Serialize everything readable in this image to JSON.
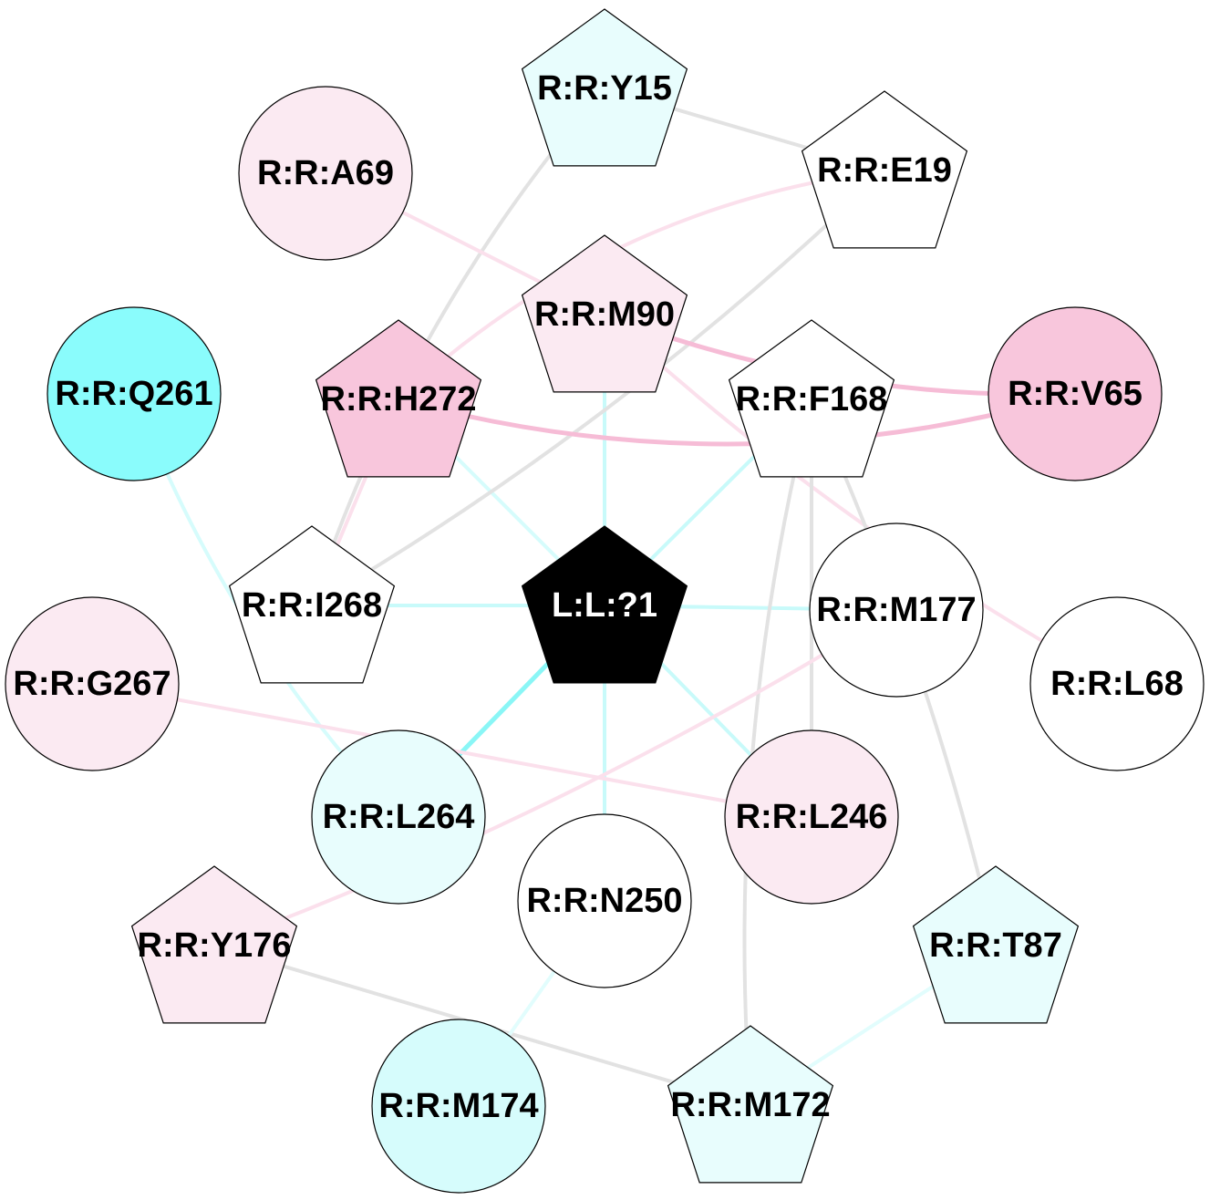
{
  "nodes": [
    {
      "id": "L:L:?1",
      "label": "L:L:?1",
      "shape": "pentagon",
      "fill": "#000000",
      "text_color": "#ffffff"
    },
    {
      "id": "R:R:Y15",
      "label": "R:R:Y15",
      "shape": "pentagon",
      "fill": "#e8fdfd",
      "text_color": "#000000"
    },
    {
      "id": "R:R:E19",
      "label": "R:R:E19",
      "shape": "pentagon",
      "fill": "#ffffff",
      "text_color": "#000000"
    },
    {
      "id": "R:R:A69",
      "label": "R:R:A69",
      "shape": "circle",
      "fill": "#fbeaf2",
      "text_color": "#000000"
    },
    {
      "id": "R:R:M90",
      "label": "R:R:M90",
      "shape": "pentagon",
      "fill": "#fbeaf2",
      "text_color": "#000000"
    },
    {
      "id": "R:R:Q261",
      "label": "R:R:Q261",
      "shape": "circle",
      "fill": "#8afcfc",
      "text_color": "#000000"
    },
    {
      "id": "R:R:H272",
      "label": "R:R:H272",
      "shape": "pentagon",
      "fill": "#f8c6dc",
      "text_color": "#000000"
    },
    {
      "id": "R:R:F168",
      "label": "R:R:F168",
      "shape": "pentagon",
      "fill": "#ffffff",
      "text_color": "#000000"
    },
    {
      "id": "R:R:V65",
      "label": "R:R:V65",
      "shape": "circle",
      "fill": "#f8c6dc",
      "text_color": "#000000"
    },
    {
      "id": "R:R:I268",
      "label": "R:R:I268",
      "shape": "pentagon",
      "fill": "#ffffff",
      "text_color": "#000000"
    },
    {
      "id": "R:R:M177",
      "label": "R:R:M177",
      "shape": "circle",
      "fill": "#ffffff",
      "text_color": "#000000"
    },
    {
      "id": "R:R:G267",
      "label": "R:R:G267",
      "shape": "circle",
      "fill": "#fbeaf2",
      "text_color": "#000000"
    },
    {
      "id": "R:R:L68",
      "label": "R:R:L68",
      "shape": "circle",
      "fill": "#ffffff",
      "text_color": "#000000"
    },
    {
      "id": "R:R:L264",
      "label": "R:R:L264",
      "shape": "circle",
      "fill": "#e8fdfd",
      "text_color": "#000000"
    },
    {
      "id": "R:R:L246",
      "label": "R:R:L246",
      "shape": "circle",
      "fill": "#fbeaf2",
      "text_color": "#000000"
    },
    {
      "id": "R:R:N250",
      "label": "R:R:N250",
      "shape": "circle",
      "fill": "#ffffff",
      "text_color": "#000000"
    },
    {
      "id": "R:R:Y176",
      "label": "R:R:Y176",
      "shape": "pentagon",
      "fill": "#fbeaf2",
      "text_color": "#000000"
    },
    {
      "id": "R:R:T87",
      "label": "R:R:T87",
      "shape": "pentagon",
      "fill": "#e8fdfd",
      "text_color": "#000000"
    },
    {
      "id": "R:R:M174",
      "label": "R:R:M174",
      "shape": "circle",
      "fill": "#d6fcfc",
      "text_color": "#000000"
    },
    {
      "id": "R:R:M172",
      "label": "R:R:M172",
      "shape": "pentagon",
      "fill": "#e8fdfd",
      "text_color": "#000000"
    }
  ],
  "edges": [
    {
      "from": "L:L:?1",
      "to": "R:R:M90",
      "color": "#c8fafa"
    },
    {
      "from": "L:L:?1",
      "to": "R:R:H272",
      "color": "#d6fcfc"
    },
    {
      "from": "L:L:?1",
      "to": "R:R:F168",
      "color": "#c8fafa"
    },
    {
      "from": "L:L:?1",
      "to": "R:R:I268",
      "color": "#c8fafa"
    },
    {
      "from": "L:L:?1",
      "to": "R:R:M177",
      "color": "#c8fafa"
    },
    {
      "from": "L:L:?1",
      "to": "R:R:L264",
      "color": "#8af6f6"
    },
    {
      "from": "L:L:?1",
      "to": "R:R:L246",
      "color": "#c8fafa"
    },
    {
      "from": "L:L:?1",
      "to": "R:R:N250",
      "color": "#c8fafa"
    },
    {
      "from": "R:R:Y15",
      "to": "R:R:E19",
      "color": "#e2e2e2"
    },
    {
      "from": "R:R:Y15",
      "to": "R:R:I268",
      "color": "#e2e2e2"
    },
    {
      "from": "R:R:E19",
      "to": "R:R:I268",
      "color": "#e2e2e2"
    },
    {
      "from": "R:R:E19",
      "to": "R:R:H272",
      "color": "#fbe0ec"
    },
    {
      "from": "R:R:A69",
      "to": "R:R:M90",
      "color": "#fbe0ec"
    },
    {
      "from": "R:R:M90",
      "to": "R:R:V65",
      "color": "#f6bcd6"
    },
    {
      "from": "R:R:M90",
      "to": "R:R:L68",
      "color": "#fbe0ec"
    },
    {
      "from": "R:R:H272",
      "to": "R:R:V65",
      "color": "#f6bcd6"
    },
    {
      "from": "R:R:H272",
      "to": "R:R:I268",
      "color": "#fbe0ec"
    },
    {
      "from": "R:R:Q261",
      "to": "R:R:L264",
      "color": "#d6fcfc"
    },
    {
      "from": "R:R:F168",
      "to": "R:R:T87",
      "color": "#e2e2e2"
    },
    {
      "from": "R:R:F168",
      "to": "R:R:M172",
      "color": "#e2e2e2"
    },
    {
      "from": "R:R:F168",
      "to": "R:R:L246",
      "color": "#e2e2e2"
    },
    {
      "from": "R:R:G267",
      "to": "R:R:L246",
      "color": "#fbe0ec"
    },
    {
      "from": "R:R:M177",
      "to": "R:R:Y176",
      "color": "#fbe0ec"
    },
    {
      "from": "R:R:Y176",
      "to": "R:R:M172",
      "color": "#e2e2e2"
    },
    {
      "from": "R:R:T87",
      "to": "R:R:M172",
      "color": "#e2fdfd"
    },
    {
      "from": "R:R:N250",
      "to": "R:R:M174",
      "color": "#e2fdfd"
    }
  ]
}
